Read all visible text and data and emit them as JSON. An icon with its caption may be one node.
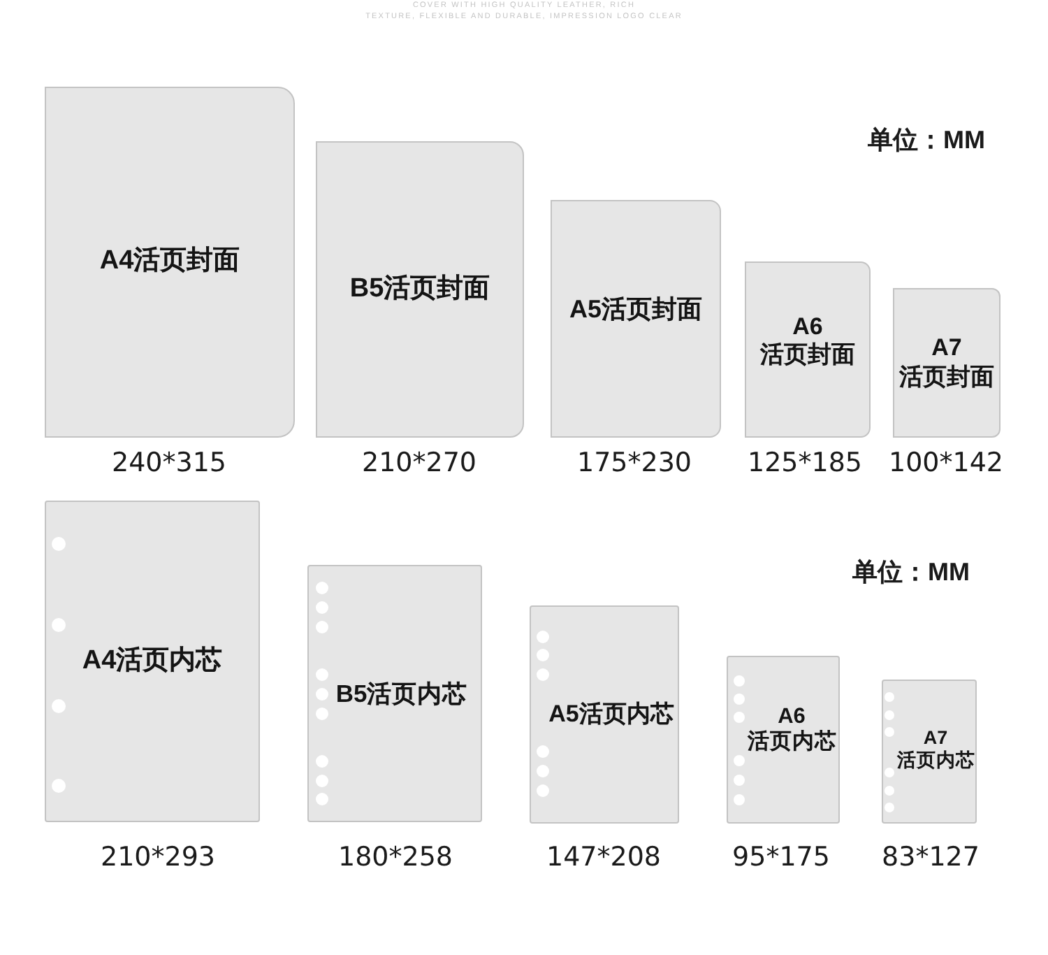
{
  "diagram": {
    "nodes": [
      {
        "text": [
          "A4活页封面"
        ],
        "beside": [
          "240*315"
        ]
      },
      {
        "text": [
          "B5活页封面"
        ],
        "beside": [
          "210*270"
        ]
      },
      {
        "text": [
          "A5活页封面"
        ],
        "beside": [
          "175*230"
        ]
      },
      {
        "text": [
          "A6 活页封面"
        ],
        "beside": [
          "125*185"
        ]
      },
      {
        "text": [
          "A7 活页封面"
        ],
        "beside": [
          "100*142"
        ]
      },
      {
        "text": [
          "A4活页内芯"
        ],
        "beside": [
          "210*293"
        ]
      },
      {
        "text": [
          "B5活页内芯"
        ],
        "beside": [
          "180*258"
        ]
      },
      {
        "text": [
          "A5活页内芯"
        ],
        "beside": [
          "147*208"
        ]
      },
      {
        "text": [
          "A6 活页内芯"
        ],
        "beside": [
          "95*175"
        ]
      },
      {
        "text": [
          "A7 活页内芯"
        ],
        "beside": [
          "83*127"
        ]
      }
    ],
    "labels": [
      "COVER WITH HIGH QUALITY LEATHER, RICH TEXTURE, FLEXIBLE AND DURABLE, IMPRESSION LOGO CLEAR",
      "单位：MM",
      "单位：MM"
    ]
  }
}
